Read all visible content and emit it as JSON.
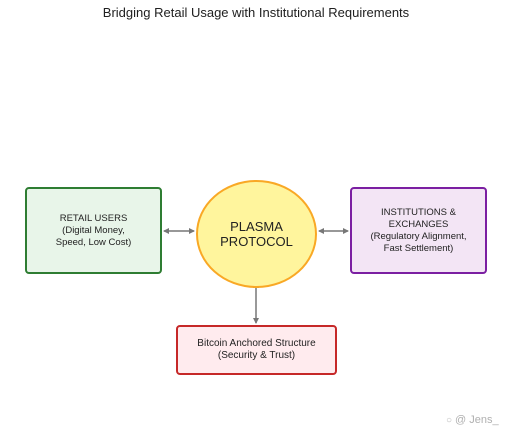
{
  "title": "Bridging Retail Usage with Institutional Requirements",
  "nodes": {
    "retail": {
      "line1": "RETAIL USERS",
      "line2": "(Digital Money,",
      "line3": "Speed, Low Cost)"
    },
    "plasma": {
      "line1": "PLASMA",
      "line2": "PROTOCOL"
    },
    "institutions": {
      "line1": "INSTITUTIONS &",
      "line2": "EXCHANGES",
      "line3": "(Regulatory Alignment,",
      "line4": "Fast Settlement)"
    },
    "bitcoin": {
      "line1": "Bitcoin Anchored Structure",
      "line2": "(Security & Trust)"
    }
  },
  "watermark": {
    "icon": "chat-bubble-icon",
    "text": "@ Jens_"
  },
  "colors": {
    "retail_fill": "#e8f5e9",
    "retail_border": "#2e7d32",
    "plasma_fill": "#fff59d",
    "plasma_border": "#f9a825",
    "inst_fill": "#f3e5f5",
    "inst_border": "#7b1fa2",
    "btc_fill": "#ffebee",
    "btc_border": "#c62828",
    "arrow": "#777777"
  }
}
